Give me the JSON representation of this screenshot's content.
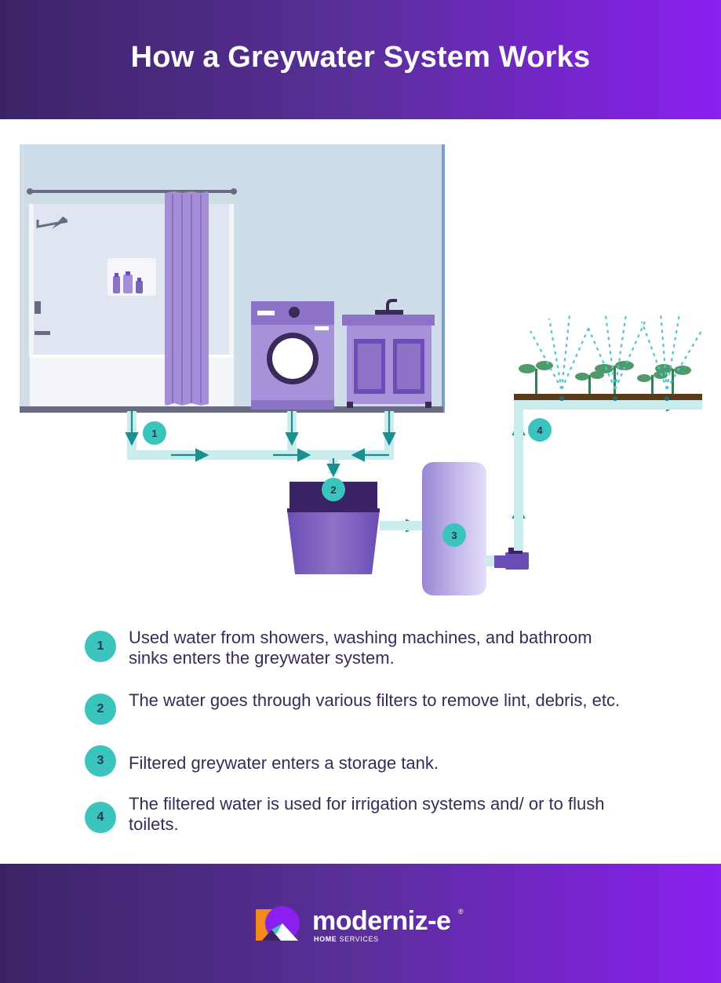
{
  "header": {
    "title": "How a Greywater System Works"
  },
  "diagram": {
    "markers": [
      "1",
      "2",
      "3",
      "4"
    ],
    "colors": {
      "wall": "#cfdde9",
      "pipe": "#c9ecec",
      "arrow": "#1b8f8f",
      "purple": "#8d73c7",
      "badge": "#3bc3bd"
    }
  },
  "steps": [
    {
      "number": "1",
      "text": "Used water from showers, washing machines, and bathroom sinks enters the greywater system."
    },
    {
      "number": "2",
      "text": "The water goes through various filters to remove lint, debris, etc."
    },
    {
      "number": "3",
      "text": "Filtered greywater enters a storage tank."
    },
    {
      "number": "4",
      "text": "The filtered water is used for irrigation systems and/ or to flush toilets."
    }
  ],
  "footer": {
    "brand_name": "moderniz‑e",
    "brand_reg": "®",
    "brand_sub_bold": "HOME",
    "brand_sub_rest": " SERVICES"
  }
}
